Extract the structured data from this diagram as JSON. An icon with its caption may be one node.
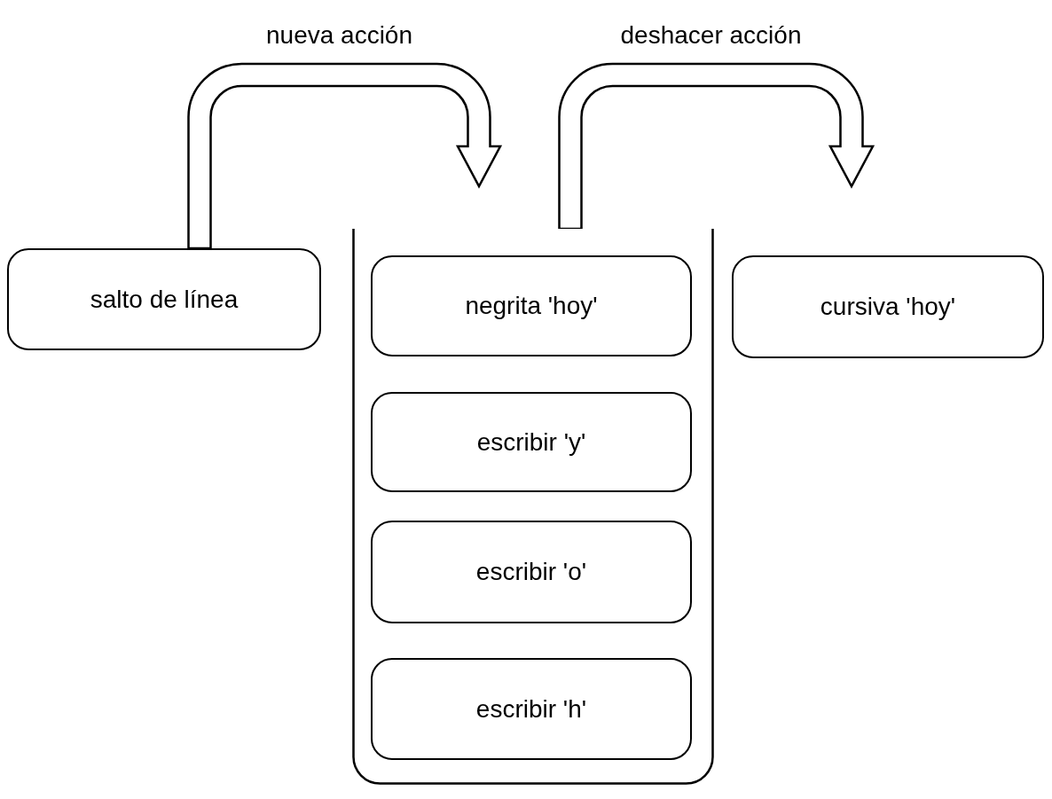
{
  "diagram": {
    "nodes": [
      {
        "text": [
          "salto de línea"
        ]
      },
      {
        "text": [],
        "shape": "box"
      },
      {
        "text": [
          "negrita 'hoy'"
        ],
        "in": 1
      },
      {
        "text": [
          "escribir 'y'"
        ],
        "in": 1
      },
      {
        "text": [
          "escribir 'o'"
        ],
        "in": 1
      },
      {
        "text": [
          "escribir 'h'"
        ],
        "in": 1
      },
      {
        "text": [
          "cursiva 'hoy'"
        ]
      }
    ],
    "edges": [
      {
        "from": 0,
        "to": 1,
        "arrow": "to",
        "label": "nueva acción",
        "style": "thick"
      },
      {
        "from": 1,
        "to": 6,
        "arrow": "to",
        "label": "deshacer acción",
        "style": "thick"
      }
    ]
  }
}
